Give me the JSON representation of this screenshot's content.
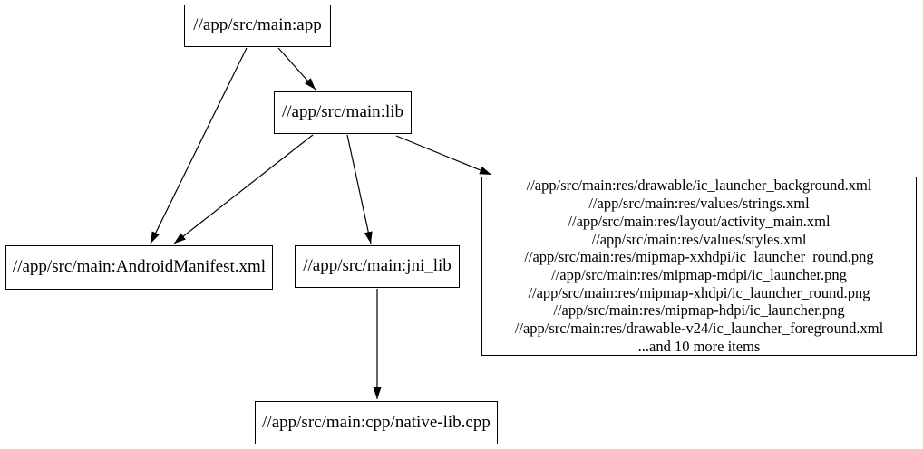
{
  "diagram": {
    "type": "dependency-graph",
    "colors": {
      "background": "#ffffff",
      "node_border": "#000000",
      "text": "#000000",
      "edge": "#000000"
    },
    "nodes": {
      "app": {
        "label": "//app/src/main:app"
      },
      "lib": {
        "label": "//app/src/main:lib"
      },
      "android_manifest": {
        "label": "//app/src/main:AndroidManifest.xml"
      },
      "jni_lib": {
        "label": "//app/src/main:jni_lib"
      },
      "native_lib_cpp": {
        "label": "//app/src/main:cpp/native-lib.cpp"
      },
      "res_group": {
        "lines": [
          "//app/src/main:res/drawable/ic_launcher_background.xml",
          "//app/src/main:res/values/strings.xml",
          "//app/src/main:res/layout/activity_main.xml",
          "//app/src/main:res/values/styles.xml",
          "//app/src/main:res/mipmap-xxhdpi/ic_launcher_round.png",
          "//app/src/main:res/mipmap-mdpi/ic_launcher.png",
          "//app/src/main:res/mipmap-xhdpi/ic_launcher_round.png",
          "//app/src/main:res/mipmap-hdpi/ic_launcher.png",
          "//app/src/main:res/drawable-v24/ic_launcher_foreground.xml",
          "...and 10 more items"
        ]
      }
    },
    "edges": [
      {
        "from": "app",
        "to": "lib"
      },
      {
        "from": "app",
        "to": "android_manifest"
      },
      {
        "from": "lib",
        "to": "android_manifest"
      },
      {
        "from": "lib",
        "to": "jni_lib"
      },
      {
        "from": "lib",
        "to": "res_group"
      },
      {
        "from": "jni_lib",
        "to": "native_lib_cpp"
      }
    ]
  }
}
